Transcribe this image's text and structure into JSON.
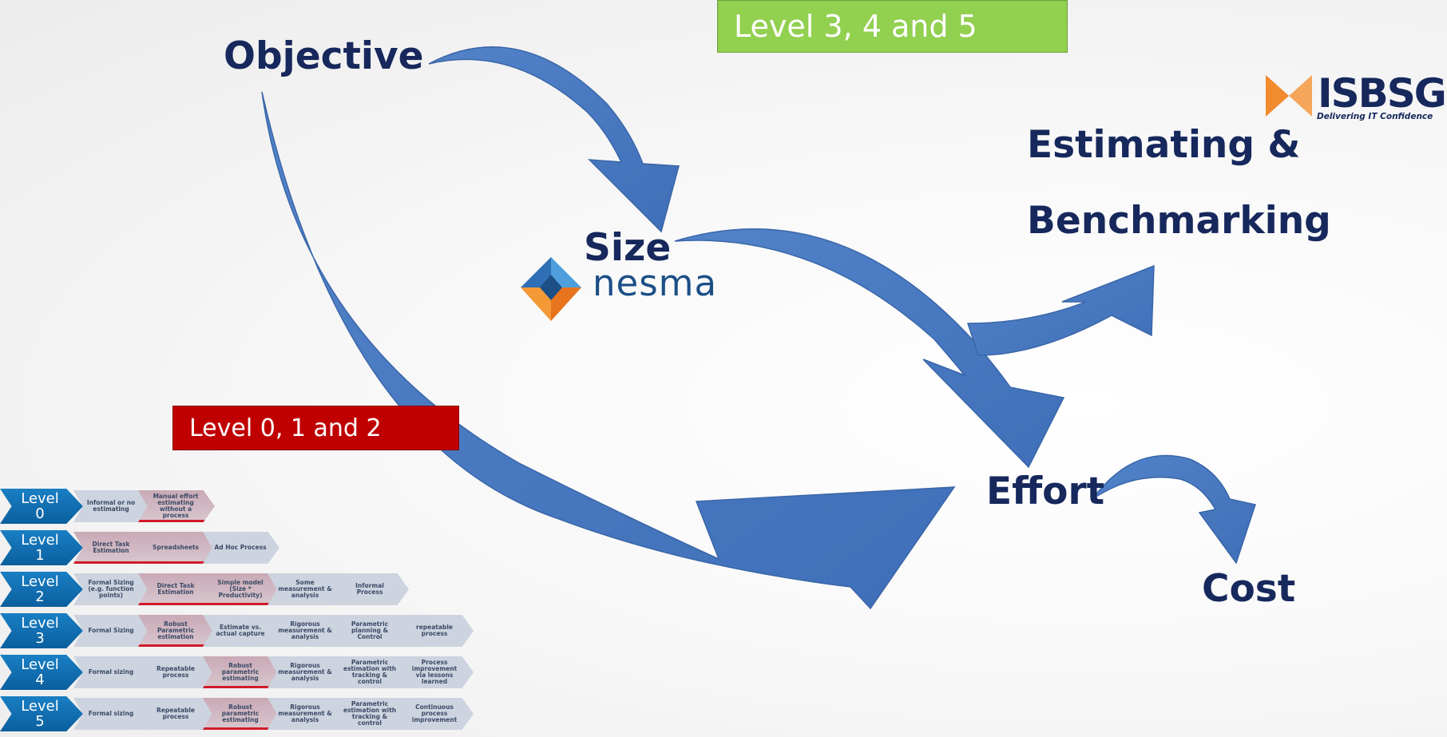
{
  "labels": {
    "objective": "Objective",
    "size": "Size",
    "estimating": "Estimating &",
    "benchmarking": "Benchmarking",
    "effort": "Effort",
    "cost": "Cost"
  },
  "boxes": {
    "high_levels": "Level 3, 4 and 5",
    "low_levels": "Level 0, 1 and 2"
  },
  "logos": {
    "isbsg_name": "ISBSG",
    "isbsg_tagline": "Delivering IT Confidence",
    "nesma_name": "nesma"
  },
  "colors": {
    "text_navy": "#16285c",
    "arrow_blue": "#4a7bc4",
    "green_box": "#92d050",
    "red_box": "#c00000",
    "isbsg_orange": "#f28a2e"
  },
  "maturity_model": [
    {
      "level_word": "Level",
      "level_num": "0",
      "steps": [
        {
          "text": "Informal or no estimating",
          "highlight": false
        },
        {
          "text": "Manual effort estimating without a process",
          "highlight": true
        }
      ]
    },
    {
      "level_word": "Level",
      "level_num": "1",
      "steps": [
        {
          "text": "Direct Task Estimation",
          "highlight": true
        },
        {
          "text": "Spreadsheets",
          "highlight": true
        },
        {
          "text": "Ad Hoc Process",
          "highlight": false
        }
      ]
    },
    {
      "level_word": "Level",
      "level_num": "2",
      "steps": [
        {
          "text": "Formal Sizing (e.g. function points)",
          "highlight": false
        },
        {
          "text": "Direct Task Estimation",
          "highlight": true
        },
        {
          "text": "Simple model (Size * Productivity)",
          "highlight": true
        },
        {
          "text": "Some measurement & analysis",
          "highlight": false
        },
        {
          "text": "Informal Process",
          "highlight": false
        }
      ]
    },
    {
      "level_word": "Level",
      "level_num": "3",
      "steps": [
        {
          "text": "Formal Sizing",
          "highlight": false
        },
        {
          "text": "Robust Parametric estimation",
          "highlight": true
        },
        {
          "text": "Estimate vs. actual capture",
          "highlight": false
        },
        {
          "text": "Rigorous measurement & analysis",
          "highlight": false
        },
        {
          "text": "Parametric planning & Control",
          "highlight": false
        },
        {
          "text": "repeatable process",
          "highlight": false
        }
      ]
    },
    {
      "level_word": "Level",
      "level_num": "4",
      "steps": [
        {
          "text": "Formal sizing",
          "highlight": false
        },
        {
          "text": "Repeatable process",
          "highlight": false
        },
        {
          "text": "Robust parametric estimating",
          "highlight": true
        },
        {
          "text": "Rigorous measurement & analysis",
          "highlight": false
        },
        {
          "text": "Parametric estimation with tracking & control",
          "highlight": false
        },
        {
          "text": "Process improvement via lessons learned",
          "highlight": false
        }
      ]
    },
    {
      "level_word": "Level",
      "level_num": "5",
      "steps": [
        {
          "text": "Formal sizing",
          "highlight": false
        },
        {
          "text": "Repeatable process",
          "highlight": false
        },
        {
          "text": "Robust parametric estimating",
          "highlight": true
        },
        {
          "text": "Rigorous measurement & analysis",
          "highlight": false
        },
        {
          "text": "Parametric estimation with tracking & control",
          "highlight": false
        },
        {
          "text": "Continuous process improvement",
          "highlight": false
        }
      ]
    }
  ]
}
